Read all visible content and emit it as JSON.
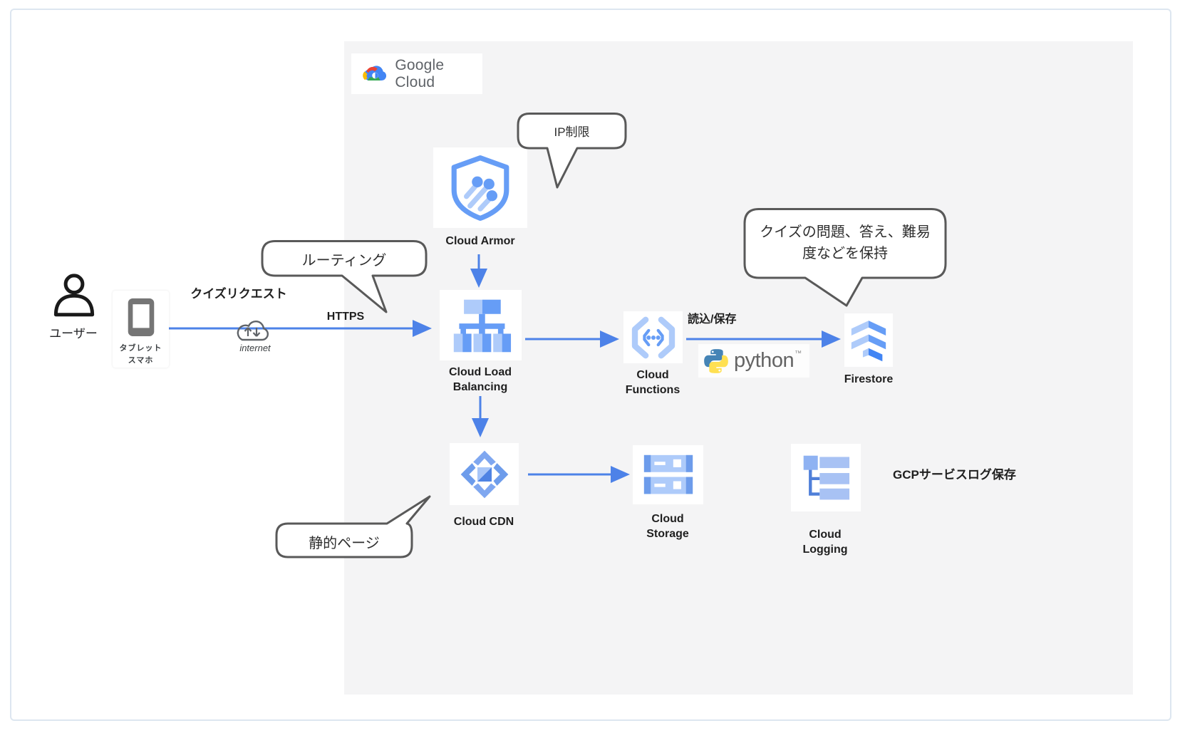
{
  "diagram": {
    "logo": {
      "text": "Google Cloud"
    },
    "nodes": {
      "user": {
        "label": "ユーザー"
      },
      "device": {
        "line1": "タブレット",
        "line2": "スマホ"
      },
      "internet": {
        "label": "internet"
      },
      "cloud_armor": {
        "label": "Cloud Armor"
      },
      "cloud_load_balancing": {
        "line1": "Cloud Load",
        "line2": "Balancing"
      },
      "cloud_functions": {
        "line1": "Cloud",
        "line2": "Functions"
      },
      "firestore": {
        "label": "Firestore"
      },
      "cloud_cdn": {
        "label": "Cloud CDN"
      },
      "cloud_storage": {
        "line1": "Cloud",
        "line2": "Storage"
      },
      "cloud_logging": {
        "line1": "Cloud",
        "line2": "Logging"
      },
      "python": {
        "label": "python",
        "tm": "™"
      }
    },
    "edge_labels": {
      "quiz_request": "クイズリクエスト",
      "https": "HTTPS",
      "read_save": "読込/保存",
      "gcp_log_save": "GCPサービスログ保存"
    },
    "callouts": {
      "ip_restriction": "IP制限",
      "routing": "ルーティング",
      "quiz_data_line1": "クイズの問題、答え、難易",
      "quiz_data_line2": "度などを保持",
      "static_page": "静的ページ"
    },
    "colors": {
      "arrow_blue": "#4d82e8",
      "icon_blue": "#669df6",
      "icon_light_blue": "#aecbfa",
      "icon_dark_blue": "#4285f4",
      "bubble_border": "#595959",
      "gcp_background": "#f4f4f5",
      "frame_border": "#dde6f0"
    }
  }
}
